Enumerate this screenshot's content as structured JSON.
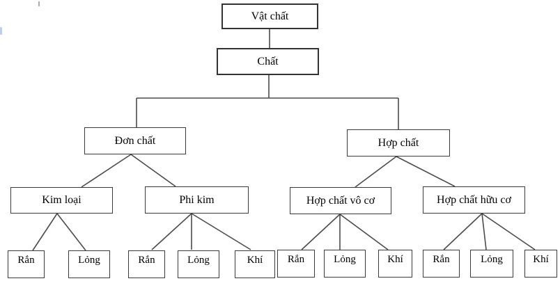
{
  "diagram": {
    "nodes": {
      "vat_chat": "Vật chất",
      "chat": "Chất",
      "don_chat": "Đơn chất",
      "hop_chat": "Hợp chất",
      "kim_loai": "Kim loại",
      "phi_kim": "Phi kim",
      "vo_co": "Hợp chất vô cơ",
      "huu_co": "Hợp chất hữu cơ"
    },
    "leaves": [
      "Rắn",
      "Lỏng",
      "Rắn",
      "Lỏng",
      "Khí",
      "Rắn",
      "Lỏng",
      "Khí",
      "Rắn",
      "Lỏng",
      "Khí"
    ],
    "colors": {
      "box_border": "#3a3a3a",
      "connector": "#4b4b4b",
      "text": "#000000",
      "background": "#ffffff"
    }
  }
}
